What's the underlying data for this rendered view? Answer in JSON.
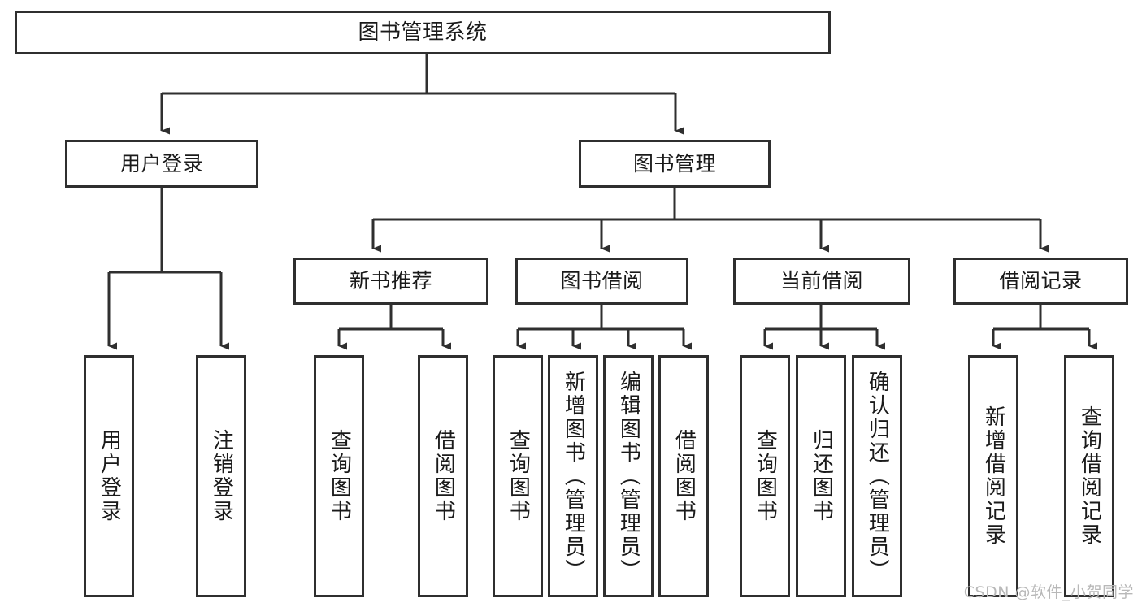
{
  "diagram": {
    "title": "图书管理系统",
    "type": "hierarchy-tree",
    "orientation": "top-down",
    "colors": {
      "background": "#ffffff",
      "node_border": "#2f2f2f",
      "node_fill": "#ffffff",
      "edge": "#2f2f2f",
      "text": "#1a1a1a",
      "watermark": "#b8b8b8"
    },
    "watermark": "CSDN @软件_小贺同学"
  },
  "nodes": {
    "root": {
      "label": "图书管理系统",
      "level": 1
    },
    "level2": [
      {
        "id": "user-login",
        "label": "用户登录"
      },
      {
        "id": "book-management",
        "label": "图书管理"
      }
    ],
    "level3": [
      {
        "id": "new-book-recommend",
        "label": "新书推荐"
      },
      {
        "id": "book-borrow",
        "label": "图书借阅"
      },
      {
        "id": "current-borrow",
        "label": "当前借阅"
      },
      {
        "id": "borrow-record",
        "label": "借阅记录"
      }
    ],
    "leaves": {
      "user_login": [
        {
          "id": "leaf-user-login",
          "label": "用户登录"
        },
        {
          "id": "leaf-logout",
          "label": "注销登录"
        }
      ],
      "new_book_recommend": [
        {
          "id": "leaf-query-book-1",
          "label": "查询图书"
        },
        {
          "id": "leaf-borrow-book-1",
          "label": "借阅图书"
        }
      ],
      "book_borrow": [
        {
          "id": "leaf-query-book-2",
          "label": "查询图书"
        },
        {
          "id": "leaf-add-book",
          "label": "新增图书（管理员）"
        },
        {
          "id": "leaf-edit-book",
          "label": "编辑图书（管理员）"
        },
        {
          "id": "leaf-borrow-book-2",
          "label": "借阅图书"
        }
      ],
      "current_borrow": [
        {
          "id": "leaf-query-book-3",
          "label": "查询图书"
        },
        {
          "id": "leaf-return-book",
          "label": "归还图书"
        },
        {
          "id": "leaf-confirm-return",
          "label": "确认归还（管理员）"
        }
      ],
      "borrow_record": [
        {
          "id": "leaf-add-record",
          "label": "新增借阅记录"
        },
        {
          "id": "leaf-query-record",
          "label": "查询借阅记录"
        }
      ]
    }
  }
}
